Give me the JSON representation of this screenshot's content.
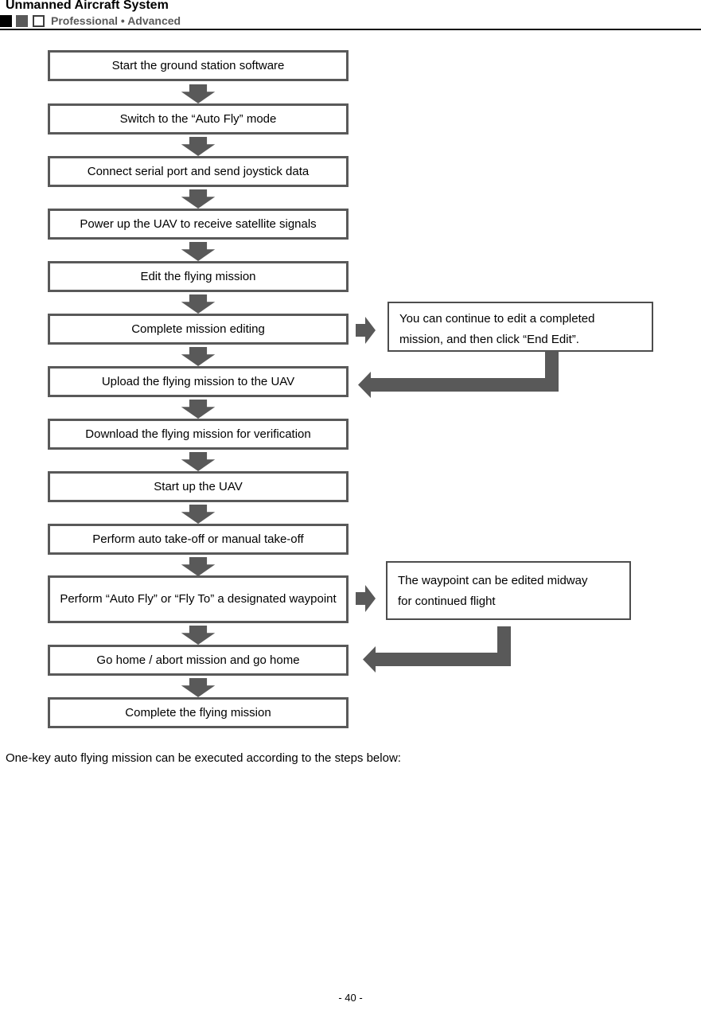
{
  "header": {
    "title": "Unmanned Aircraft System",
    "subtitle": "Professional • Advanced"
  },
  "flowchart": {
    "steps": [
      {
        "label": "Start the ground station software"
      },
      {
        "label": "Switch to the “Auto Fly” mode"
      },
      {
        "label": "Connect serial port and send joystick data"
      },
      {
        "label": "Power up the UAV to receive satellite signals"
      },
      {
        "label": "Edit the flying mission"
      },
      {
        "label": "Complete mission editing"
      },
      {
        "label": "Upload the flying mission to the UAV"
      },
      {
        "label": "Download the flying mission for verification"
      },
      {
        "label": "Start up the UAV"
      },
      {
        "label": "Perform auto take-off or manual take-off"
      },
      {
        "label": "Perform “Auto Fly” or “Fly To” a designated waypoint"
      },
      {
        "label": "Go home / abort mission and go home"
      },
      {
        "label": "Complete the flying mission"
      }
    ],
    "notes": [
      {
        "lines": [
          "You can continue to edit a completed",
          "mission, and then click “End Edit”."
        ]
      },
      {
        "lines": [
          "The waypoint can be edited midway",
          "for continued flight"
        ]
      }
    ]
  },
  "body_text": "One-key auto flying mission can be executed according to the steps below:",
  "footer": {
    "page_number": "- 40 -"
  },
  "colors": {
    "flow_gray": "#595959",
    "subtitle_gray": "#595959",
    "text": "#000000",
    "rule": "#111111"
  }
}
